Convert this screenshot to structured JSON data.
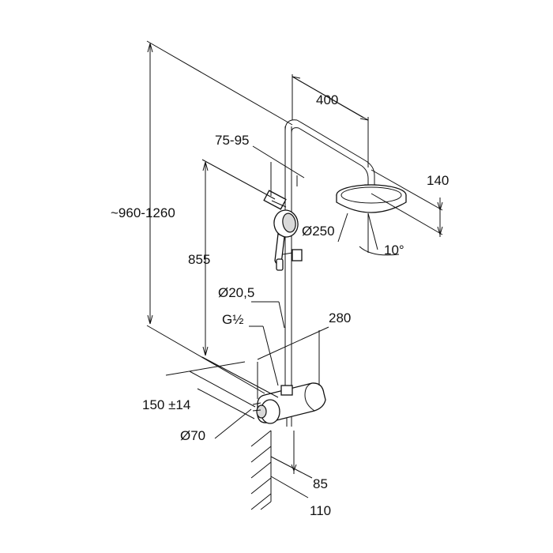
{
  "dimensions": {
    "height_range": "~960-1260",
    "arm_length": "400",
    "bracket_range": "75-95",
    "head_height": "140",
    "head_diameter": "Ø250",
    "tilt_angle": "10°",
    "rail_height": "855",
    "pipe_diameter": "Ø20,5",
    "thread": "G½",
    "mixer_width": "280",
    "inlet_spacing": "150 ±14",
    "knob_diameter": "Ø70",
    "wall_offset_85": "85",
    "wall_offset_110": "110"
  },
  "colors": {
    "line": "#111111",
    "background": "#ffffff",
    "shade": "#d9d9d9"
  }
}
